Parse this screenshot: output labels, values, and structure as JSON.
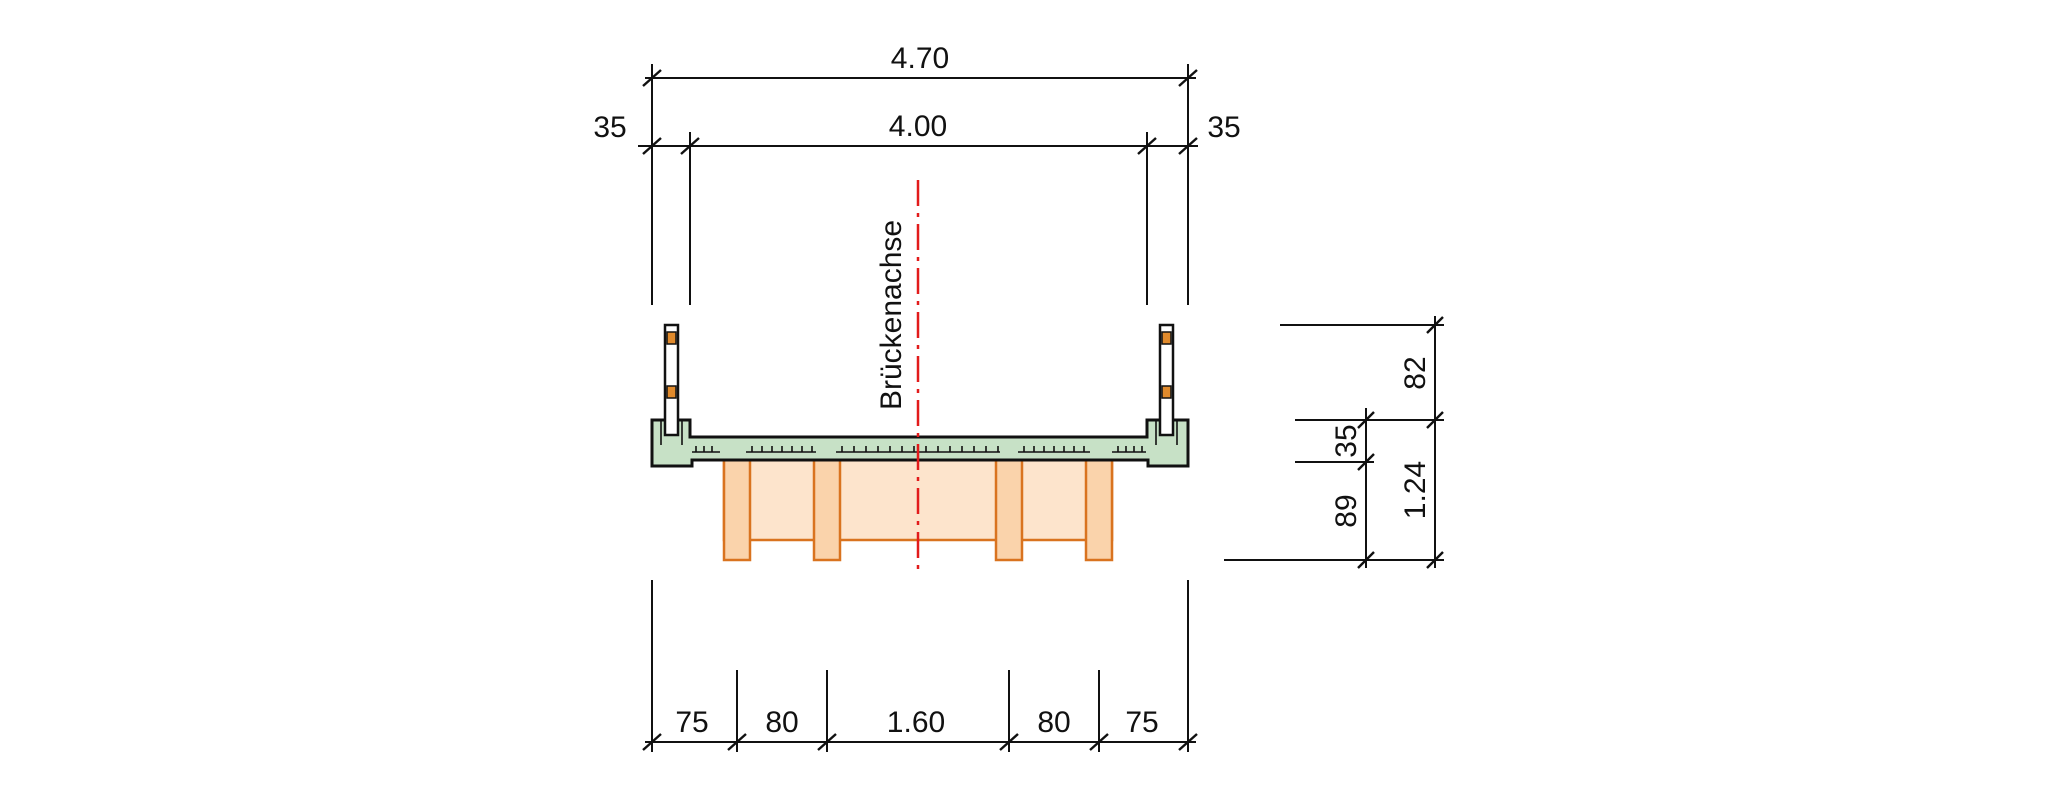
{
  "drawing": {
    "axis_label": "Brückenachse",
    "dimensions": {
      "overall_width": "4.70",
      "clear_width": "4.00",
      "left_cap": "35",
      "right_cap": "35",
      "bottom": [
        "75",
        "80",
        "1.60",
        "80",
        "75"
      ],
      "railing_height": "82",
      "deck_thickness": "35",
      "beam_depth": "89",
      "total_height": "1.24"
    },
    "colors": {
      "deck_fill": "#c7e1c6",
      "timber_fill": "#fde4cc",
      "timber_stroke": "#d9731f",
      "axis_line": "#e21b1b",
      "post_band": "#e08a2c"
    }
  }
}
